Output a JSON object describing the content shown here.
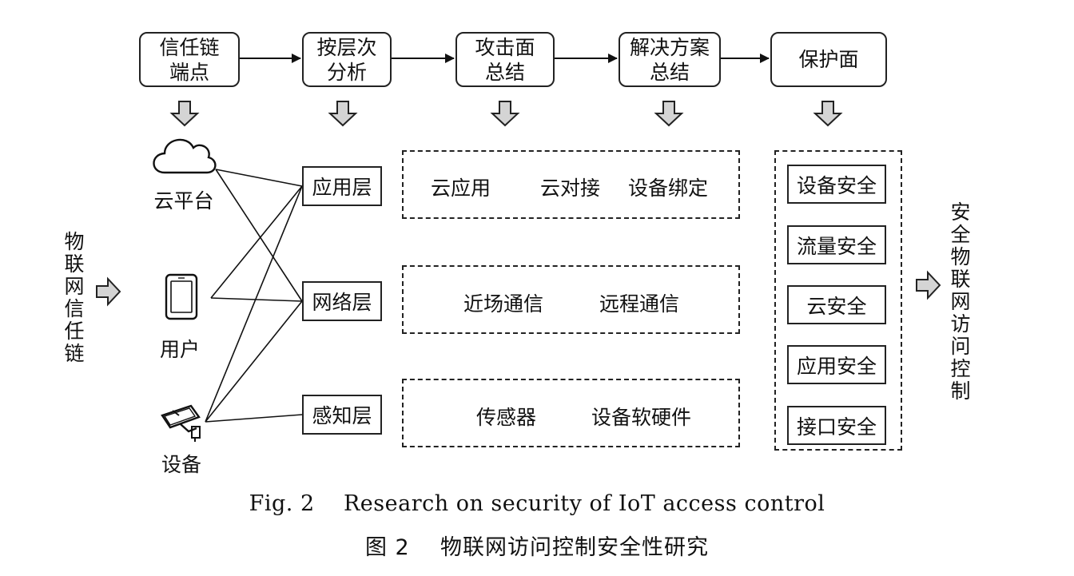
{
  "flow_steps": [
    {
      "label": "信任链\n端点"
    },
    {
      "label": "按层次\n分析"
    },
    {
      "label": "攻击面\n总结"
    },
    {
      "label": "解决方案\n总结"
    },
    {
      "label": "保护面"
    }
  ],
  "left_label": "物联网信任链",
  "right_label": "安全物联网访问控制",
  "entities": [
    {
      "label": "云平台",
      "icon": "cloud-icon"
    },
    {
      "label": "用户",
      "icon": "phone-icon"
    },
    {
      "label": "设备",
      "icon": "camera-icon"
    }
  ],
  "layers": [
    {
      "label": "应用层",
      "items": [
        "云应用",
        "云对接",
        "设备绑定"
      ]
    },
    {
      "label": "网络层",
      "items": [
        "近场通信",
        "远程通信"
      ]
    },
    {
      "label": "感知层",
      "items": [
        "传感器",
        "设备软硬件"
      ]
    }
  ],
  "protections": [
    "设备安全",
    "流量安全",
    "云安全",
    "应用安全",
    "接口安全"
  ],
  "caption": {
    "en": "Fig. 2    Research on security of IoT access control",
    "zh": "图 2    物联网访问控制安全性研究"
  }
}
